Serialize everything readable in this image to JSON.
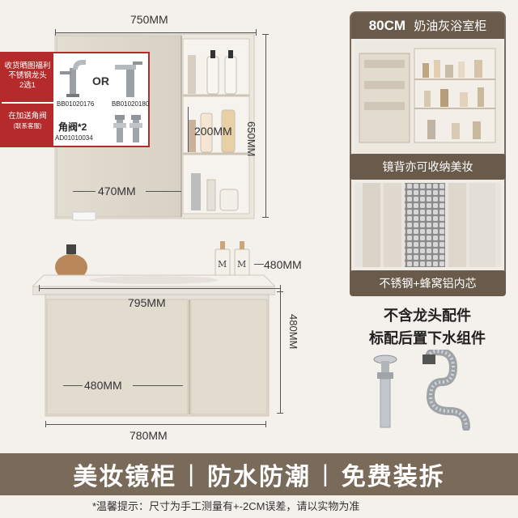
{
  "dimensions": {
    "mirror_width": "750MM",
    "mirror_height": "650MM",
    "shelf_height": "200MM",
    "mirror_door_width": "470MM",
    "basin_depth": "480MM",
    "basin_width": "795MM",
    "cabinet_height": "480MM",
    "cabinet_door_width": "480MM",
    "cabinet_width": "780MM"
  },
  "promo": {
    "line1": "收货晒图福利",
    "line2": "不锈钢龙头",
    "line3": "2选1",
    "or_label": "OR",
    "faucet_code_1": "BB01020176",
    "faucet_code_2": "BB01020180",
    "extra_line1": "在加送角阀",
    "extra_line2": "(联系客服)",
    "valve_label": "角阀*2",
    "valve_code": "AD01010034"
  },
  "panel": {
    "title_size": "80CM",
    "title_text": "奶油灰浴室柜",
    "caption_1": "镜背亦可收纳美妆",
    "caption_2": "不锈钢+蜂窝铝内芯"
  },
  "right_info": {
    "line1": "不含龙头配件",
    "line2": "标配后置下水组件"
  },
  "banner": {
    "item1": "美妆镜柜",
    "item2": "防水防潮",
    "item3": "免费装拆",
    "separator": "|"
  },
  "footer": {
    "note": "*温馨提示：尺寸为手工测量有+-2CM误差，请以实物为准"
  },
  "colors": {
    "background": "#f4f1ec",
    "cabinet_cream": "#e6e1d8",
    "accent_brown": "#6a5a4a",
    "promo_red": "#b52a2a",
    "banner_brown": "#7a6a5a"
  }
}
